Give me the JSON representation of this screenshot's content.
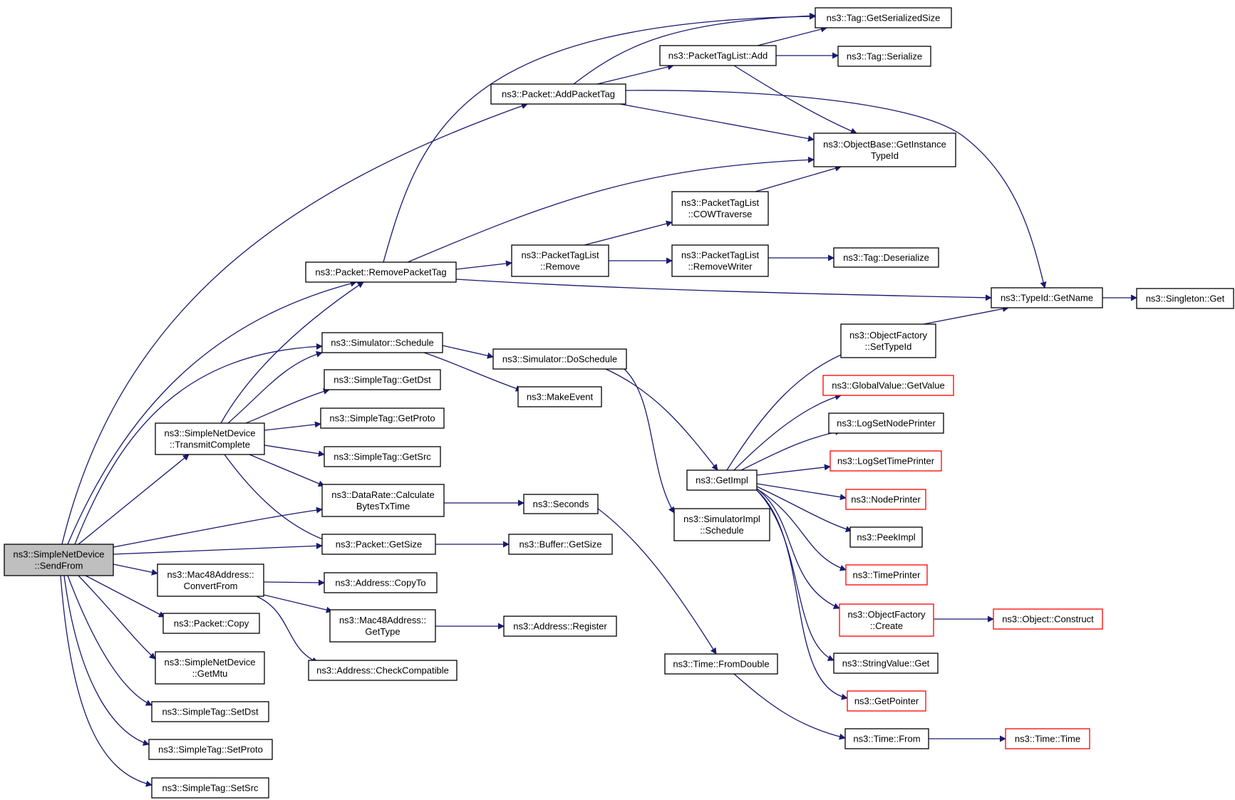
{
  "graph": {
    "edge_color": "#191970",
    "root_fill": "#bfbfbf",
    "missing_border_color": "#ff0000",
    "nodes": [
      {
        "id": "sendfrom",
        "lines": [
          "ns3::SimpleNetDevice",
          "::SendFrom"
        ],
        "style": "root"
      },
      {
        "id": "transmitcomplete",
        "lines": [
          "ns3::SimpleNetDevice",
          "::TransmitComplete"
        ],
        "style": "normal"
      },
      {
        "id": "removepackettag",
        "lines": [
          "ns3::Packet::RemovePacketTag"
        ],
        "style": "normal"
      },
      {
        "id": "addpackettag",
        "lines": [
          "ns3::Packet::AddPacketTag"
        ],
        "style": "normal"
      },
      {
        "id": "tag_getserializedsize",
        "lines": [
          "ns3::Tag::GetSerializedSize"
        ],
        "style": "normal"
      },
      {
        "id": "packettaglist_add",
        "lines": [
          "ns3::PacketTagList::Add"
        ],
        "style": "normal"
      },
      {
        "id": "tag_serialize",
        "lines": [
          "ns3::Tag::Serialize"
        ],
        "style": "normal"
      },
      {
        "id": "objectbase_getinstancetypeid",
        "lines": [
          "ns3::ObjectBase::GetInstance",
          "TypeId"
        ],
        "style": "normal"
      },
      {
        "id": "packettaglist_cowtraverse",
        "lines": [
          "ns3::PacketTagList",
          "::COWTraverse"
        ],
        "style": "normal"
      },
      {
        "id": "packettaglist_remove",
        "lines": [
          "ns3::PacketTagList",
          "::Remove"
        ],
        "style": "normal"
      },
      {
        "id": "packettaglist_removewriter",
        "lines": [
          "ns3::PacketTagList",
          "::RemoveWriter"
        ],
        "style": "normal"
      },
      {
        "id": "tag_deserialize",
        "lines": [
          "ns3::Tag::Deserialize"
        ],
        "style": "normal"
      },
      {
        "id": "typeid_getname",
        "lines": [
          "ns3::TypeId::GetName"
        ],
        "style": "normal"
      },
      {
        "id": "singleton_get",
        "lines": [
          "ns3::Singleton::Get"
        ],
        "style": "normal"
      },
      {
        "id": "simulator_schedule",
        "lines": [
          "ns3::Simulator::Schedule"
        ],
        "style": "normal"
      },
      {
        "id": "simulator_doschedule",
        "lines": [
          "ns3::Simulator::DoSchedule"
        ],
        "style": "normal"
      },
      {
        "id": "makeevent",
        "lines": [
          "ns3::MakeEvent"
        ],
        "style": "normal"
      },
      {
        "id": "simpletag_getdst",
        "lines": [
          "ns3::SimpleTag::GetDst"
        ],
        "style": "normal"
      },
      {
        "id": "simpletag_getproto",
        "lines": [
          "ns3::SimpleTag::GetProto"
        ],
        "style": "normal"
      },
      {
        "id": "simpletag_getsrc",
        "lines": [
          "ns3::SimpleTag::GetSrc"
        ],
        "style": "normal"
      },
      {
        "id": "datarate_calc",
        "lines": [
          "ns3::DataRate::Calculate",
          "BytesTxTime"
        ],
        "style": "normal"
      },
      {
        "id": "seconds",
        "lines": [
          "ns3::Seconds"
        ],
        "style": "normal"
      },
      {
        "id": "packet_getsize",
        "lines": [
          "ns3::Packet::GetSize"
        ],
        "style": "normal"
      },
      {
        "id": "buffer_getsize",
        "lines": [
          "ns3::Buffer::GetSize"
        ],
        "style": "normal"
      },
      {
        "id": "mac48_convertfrom",
        "lines": [
          "ns3::Mac48Address::",
          "ConvertFrom"
        ],
        "style": "normal"
      },
      {
        "id": "address_copyto",
        "lines": [
          "ns3::Address::CopyTo"
        ],
        "style": "normal"
      },
      {
        "id": "mac48_gettype",
        "lines": [
          "ns3::Mac48Address::",
          "GetType"
        ],
        "style": "normal"
      },
      {
        "id": "address_register",
        "lines": [
          "ns3::Address::Register"
        ],
        "style": "normal"
      },
      {
        "id": "address_checkcompatible",
        "lines": [
          "ns3::Address::CheckCompatible"
        ],
        "style": "normal"
      },
      {
        "id": "packet_copy",
        "lines": [
          "ns3::Packet::Copy"
        ],
        "style": "normal"
      },
      {
        "id": "simplenetdevice_getmtu",
        "lines": [
          "ns3::SimpleNetDevice",
          "::GetMtu"
        ],
        "style": "normal"
      },
      {
        "id": "simpletag_setdst",
        "lines": [
          "ns3::SimpleTag::SetDst"
        ],
        "style": "normal"
      },
      {
        "id": "simpletag_setproto",
        "lines": [
          "ns3::SimpleTag::SetProto"
        ],
        "style": "normal"
      },
      {
        "id": "simpletag_setsrc",
        "lines": [
          "ns3::SimpleTag::SetSrc"
        ],
        "style": "normal"
      },
      {
        "id": "getimpl",
        "lines": [
          "ns3::GetImpl"
        ],
        "style": "normal"
      },
      {
        "id": "simulatorimpl_schedule",
        "lines": [
          "ns3::SimulatorImpl",
          "::Schedule"
        ],
        "style": "normal"
      },
      {
        "id": "objectfactory_settypeid",
        "lines": [
          "ns3::ObjectFactory",
          "::SetTypeId"
        ],
        "style": "normal"
      },
      {
        "id": "globalvalue_getvalue",
        "lines": [
          "ns3::GlobalValue::GetValue"
        ],
        "style": "red"
      },
      {
        "id": "logsetnodeprinter",
        "lines": [
          "ns3::LogSetNodePrinter"
        ],
        "style": "normal"
      },
      {
        "id": "logsettimeprinter",
        "lines": [
          "ns3::LogSetTimePrinter"
        ],
        "style": "red"
      },
      {
        "id": "nodeprinter",
        "lines": [
          "ns3::NodePrinter"
        ],
        "style": "red"
      },
      {
        "id": "peekimpl",
        "lines": [
          "ns3::PeekImpl"
        ],
        "style": "normal"
      },
      {
        "id": "timeprinter",
        "lines": [
          "ns3::TimePrinter"
        ],
        "style": "red"
      },
      {
        "id": "objectfactory_create",
        "lines": [
          "ns3::ObjectFactory",
          "::Create"
        ],
        "style": "red"
      },
      {
        "id": "object_construct",
        "lines": [
          "ns3::Object::Construct"
        ],
        "style": "red"
      },
      {
        "id": "stringvalue_get",
        "lines": [
          "ns3::StringValue::Get"
        ],
        "style": "normal"
      },
      {
        "id": "getpointer",
        "lines": [
          "ns3::GetPointer"
        ],
        "style": "red"
      },
      {
        "id": "time_fromdouble",
        "lines": [
          "ns3::Time::FromDouble"
        ],
        "style": "normal"
      },
      {
        "id": "time_from",
        "lines": [
          "ns3::Time::From"
        ],
        "style": "normal"
      },
      {
        "id": "time_time",
        "lines": [
          "ns3::Time::Time"
        ],
        "style": "red"
      }
    ]
  }
}
